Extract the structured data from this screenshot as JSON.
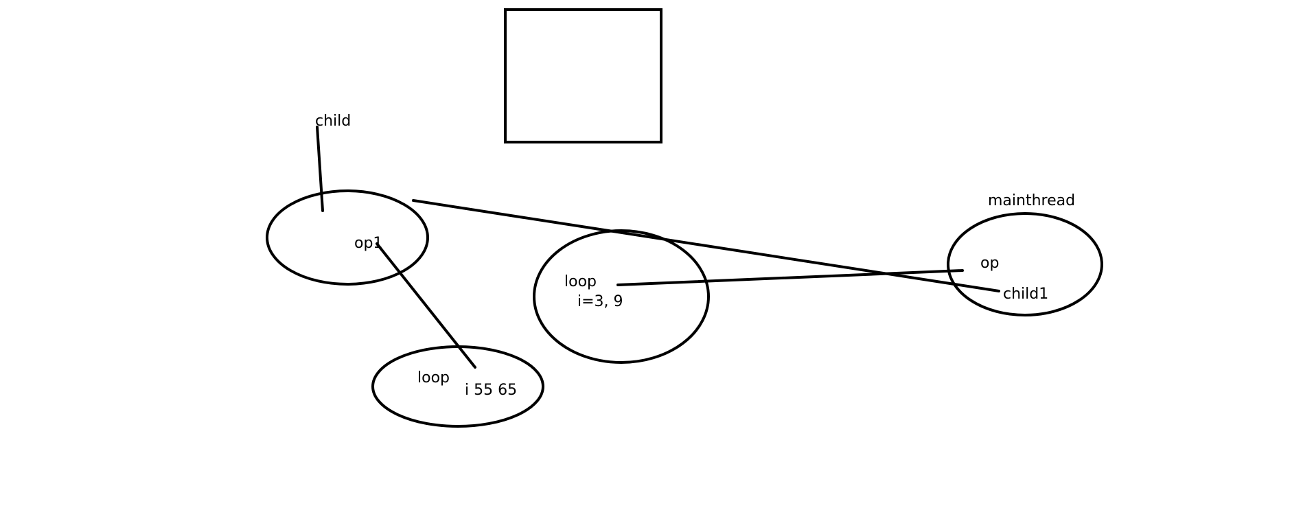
{
  "diagram": {
    "labels": {
      "child": "child",
      "op1": "op1",
      "loop_a": "loop",
      "loop_a_values": "i 55 65",
      "loop_b": "loop",
      "loop_b_values": "i=3, 9",
      "mainthread": "mainthread",
      "op": "op",
      "child1": "child1"
    }
  }
}
